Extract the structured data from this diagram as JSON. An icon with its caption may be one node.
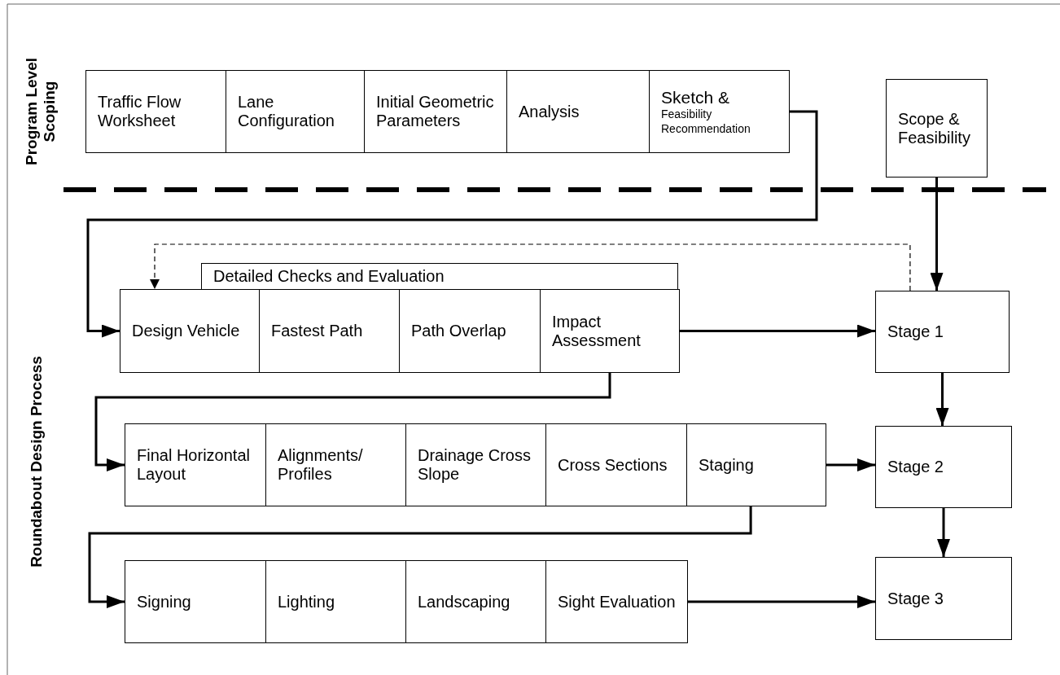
{
  "diagram": {
    "nodes": [
      {
        "text": [
          "Traffic Flow Worksheet"
        ]
      },
      {
        "text": [
          "Lane Configuration"
        ]
      },
      {
        "text": [
          "Initial Geometric Parameters"
        ]
      },
      {
        "text": [
          "Analysis"
        ]
      },
      {
        "text": [
          "Sketch &",
          "Feasibility Recommendation"
        ]
      },
      {
        "text": [
          "Scope & Feasibility"
        ]
      },
      {
        "text": [
          "Detailed Checks and Evaluation"
        ]
      },
      {
        "text": [
          "Design Vehicle"
        ]
      },
      {
        "text": [
          "Fastest Path"
        ]
      },
      {
        "text": [
          "Path Overlap"
        ]
      },
      {
        "text": [
          "Impact Assessment"
        ]
      },
      {
        "text": [
          "Stage 1"
        ]
      },
      {
        "text": [
          "Final Horizontal Layout"
        ]
      },
      {
        "text": [
          "Alignments/ Profiles"
        ]
      },
      {
        "text": [
          "Drainage Cross Slope"
        ]
      },
      {
        "text": [
          "Cross Sections"
        ]
      },
      {
        "text": [
          "Staging"
        ]
      },
      {
        "text": [
          "Stage 2"
        ]
      },
      {
        "text": [
          "Signing"
        ]
      },
      {
        "text": [
          "Lighting"
        ]
      },
      {
        "text": [
          "Landscaping"
        ]
      },
      {
        "text": [
          "Sight Evaluation"
        ]
      },
      {
        "text": [
          "Stage 3"
        ]
      }
    ],
    "edges": [
      {
        "from": 4,
        "to": 7,
        "arrow": "to"
      },
      {
        "from": 5,
        "to": 11,
        "arrow": "to"
      },
      {
        "from": 11,
        "to": 17,
        "arrow": "to"
      },
      {
        "from": 17,
        "to": 22,
        "arrow": "to"
      },
      {
        "from": 10,
        "to": 11,
        "arrow": "to"
      },
      {
        "from": 10,
        "to": 12,
        "arrow": "to"
      },
      {
        "from": 16,
        "to": 17,
        "arrow": "to"
      },
      {
        "from": 16,
        "to": 18,
        "arrow": "to"
      },
      {
        "from": 21,
        "to": 22,
        "arrow": "to"
      },
      {
        "from": 11,
        "to": 7,
        "arrow": "to",
        "style": "dashed"
      }
    ],
    "labels": [
      "Program Level Scoping",
      "Roundabout Design Process"
    ]
  }
}
